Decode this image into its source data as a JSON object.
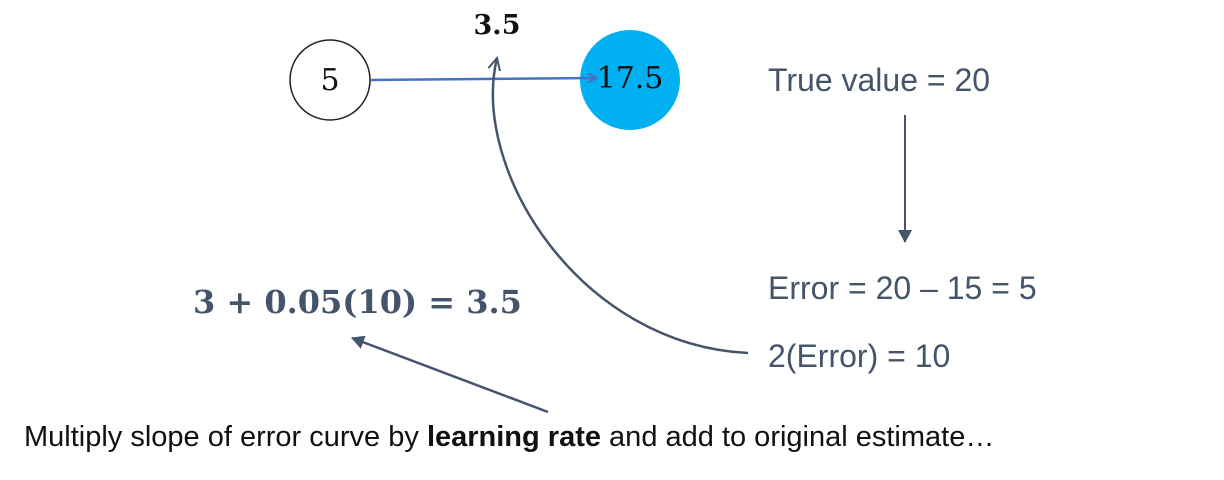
{
  "nodes": {
    "input": {
      "label": "5"
    },
    "output": {
      "label": "17.5",
      "fill_color": "#00b0f0"
    }
  },
  "weight_label": "3.5",
  "true_value": "True value = 20",
  "error": "Error = 20 – 15 = 5",
  "slope": "2(Error) = 10",
  "update_equation": "3 + 0.05(10) = 3.5",
  "caption": {
    "before": "Multiply slope of error curve by ",
    "bold": "learning rate",
    "after": " and add to original estimate…"
  },
  "colors": {
    "connection_arrow": "#4472c4",
    "annotation_arrows": "#44546a",
    "text_gray": "#44546a"
  }
}
